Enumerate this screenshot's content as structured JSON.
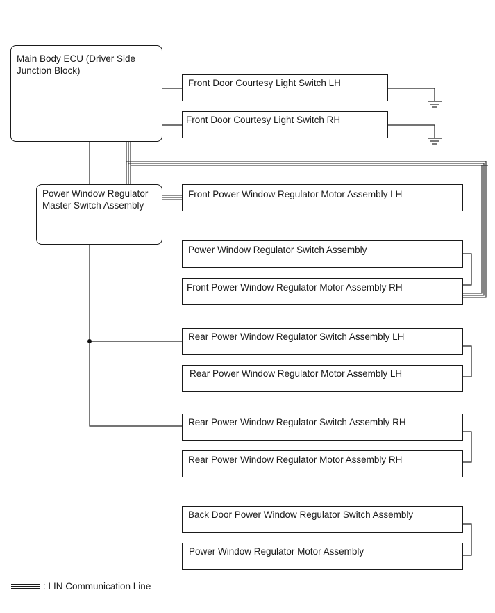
{
  "components": {
    "main_body_ecu": "Main Body ECU (Driver Side Junction Block)",
    "master_switch": "Power Window Regulator Master Switch Assembly",
    "front_courtesy_lh": "Front Door Courtesy Light Switch LH",
    "front_courtesy_rh": "Front Door Courtesy Light Switch RH",
    "front_motor_lh": "Front Power Window Regulator Motor Assembly LH",
    "pw_switch": "Power Window Regulator Switch Assembly",
    "front_motor_rh": "Front Power Window Regulator Motor Assembly RH",
    "rear_switch_lh": "Rear Power Window Regulator Switch Assembly LH",
    "rear_motor_lh": "Rear Power Window Regulator Motor Assembly LH",
    "rear_switch_rh": "Rear Power Window Regulator Switch Assembly RH",
    "rear_motor_rh": "Rear Power Window Regulator Motor Assembly RH",
    "back_door_switch": "Back Door Power Window Regulator Switch Assembly",
    "pw_motor": "Power Window Regulator Motor Assembly"
  },
  "legend": {
    "lin_label": ": LIN Communication Line"
  }
}
